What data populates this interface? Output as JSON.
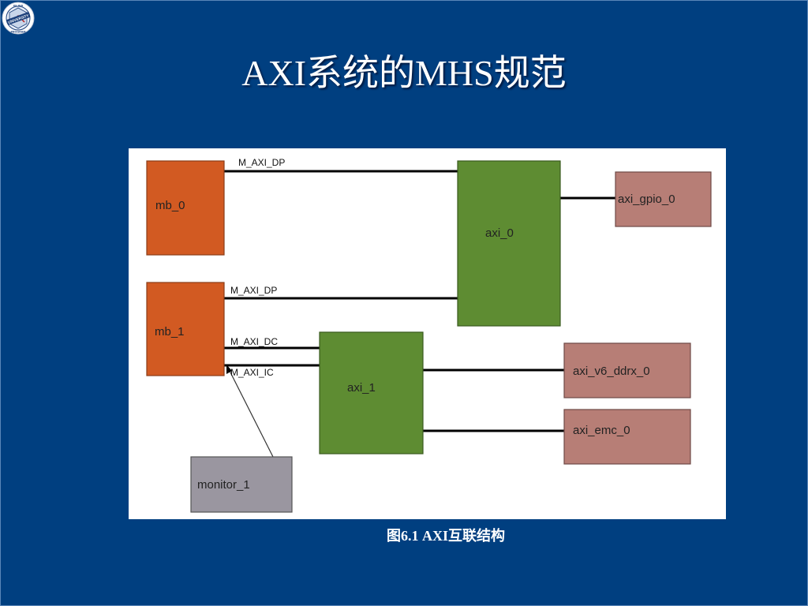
{
  "slide": {
    "title": "AXI系统的MHS规范",
    "caption": "图6.1 AXI互联结构"
  },
  "logo": {
    "top_text": "XILINX",
    "band_text": "UNIVERSITY",
    "bottom_text": "PROGRAM"
  },
  "diagram": {
    "blocks": {
      "mb_0": "mb_0",
      "mb_1": "mb_1",
      "axi_0": "axi_0",
      "axi_1": "axi_1",
      "axi_gpio_0": "axi_gpio_0",
      "axi_v6_ddrx_0": "axi_v6_ddrx_0",
      "axi_emc_0": "axi_emc_0",
      "monitor_1": "monitor_1"
    },
    "bus_labels": {
      "mb0_dp": "M_AXI_DP",
      "mb1_dp": "M_AXI_DP",
      "mb1_dc": "M_AXI_DC",
      "mb1_ic": "M_AXI_IC"
    },
    "colors": {
      "processor": "#d25a22",
      "interconnect": "#5e8c32",
      "peripheral": "#b77e76",
      "monitor": "#9a96a0"
    }
  }
}
